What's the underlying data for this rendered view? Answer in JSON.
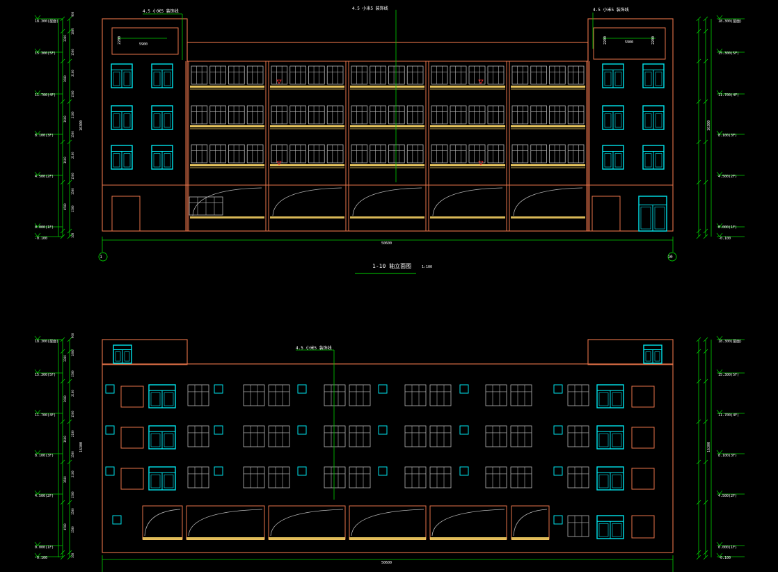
{
  "colors": {
    "background": "#000000",
    "outline": "#e8744a",
    "glazing": "#00e5ee",
    "frame": "#b8b8b8",
    "railing": "#ffd866",
    "dimension": "#00d100",
    "text": "#ffffff",
    "mark": "#ff3030"
  },
  "top_elevation": {
    "note_left": "4.5 小米5 装饰线",
    "note_center": "4.5 小米5 装饰线",
    "note_right": "4.5 小米5 装饰线",
    "overall_width": "50600",
    "panel_width": "5900",
    "panel_height": "2200",
    "axis_start": "1",
    "axis_end": "10",
    "caption": "1-10 轴立面图",
    "scale": "1:100",
    "total_height": "16300",
    "left_levels": [
      "18.300(屋面)",
      "15.300(5F)",
      "11.700(4F)",
      "8.100(3F)",
      "4.500(2F)",
      "0.000(1F)",
      "-0.100"
    ],
    "right_levels": [
      "18.300(屋面)",
      "15.300(5F)",
      "11.700(4F)",
      "8.100(3F)",
      "4.500(2F)",
      "0.000(1F)",
      "-0.100"
    ],
    "dims_inner": [
      "900",
      "3300",
      "3600",
      "3600",
      "3600",
      "4500",
      "100"
    ],
    "dims_outer": [
      "1800",
      "1500",
      "2100",
      "1500",
      "2100",
      "1500",
      "2100",
      "1500",
      "1500",
      "1500"
    ]
  },
  "bottom_elevation": {
    "note_center": "4.5 小米5 装饰线",
    "overall_width": "50600",
    "total_height": "16300",
    "left_levels": [
      "18.300(屋面)",
      "15.300(5F)",
      "11.700(4F)",
      "8.100(3F)",
      "4.500(2F)",
      "0.000(1F)",
      "-0.100"
    ],
    "right_levels": [
      "18.300(屋面)",
      "15.300(5F)",
      "11.700(4F)",
      "8.100(3F)",
      "4.500(2F)",
      "0.000(1F)",
      "-0.100"
    ],
    "dims_inner": [
      "900",
      "3300",
      "3600",
      "3600",
      "3600",
      "4500",
      "100"
    ],
    "dims_outer": [
      "1800",
      "1500",
      "2100",
      "1500",
      "2100",
      "1500",
      "2100",
      "1500",
      "1500",
      "1500"
    ]
  }
}
